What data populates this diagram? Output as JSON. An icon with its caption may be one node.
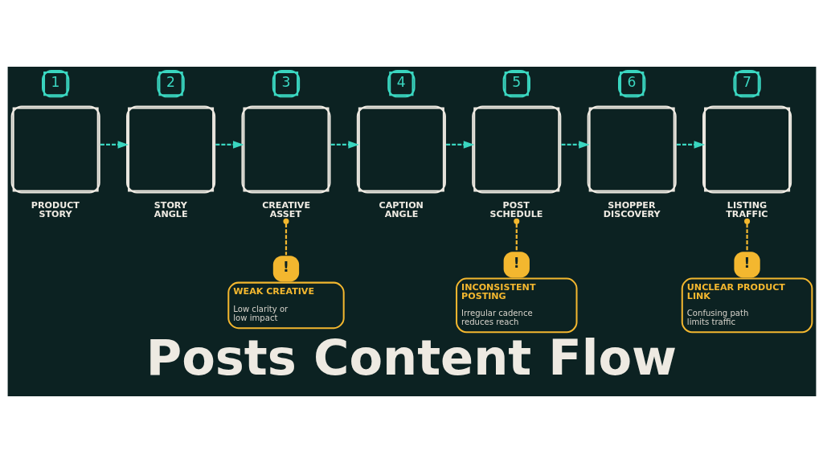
{
  "diagram": {
    "title": "Posts Content Flow",
    "nodes": [
      {
        "text": [
          "PRODUCT STORY"
        ],
        "beside": [
          "1"
        ]
      },
      {
        "text": [
          "STORY ANGLE"
        ],
        "beside": [
          "2"
        ]
      },
      {
        "text": [
          "CREATIVE ASSET"
        ],
        "beside": [
          "3"
        ]
      },
      {
        "text": [
          "CAPTION ANGLE"
        ],
        "beside": [
          "4"
        ]
      },
      {
        "text": [
          "POST SCHEDULE"
        ],
        "beside": [
          "5"
        ]
      },
      {
        "text": [
          "SHOPPER DISCOVERY"
        ],
        "beside": [
          "6"
        ]
      },
      {
        "text": [
          "LISTING TRAFFIC"
        ],
        "beside": [
          "7"
        ]
      },
      {
        "text": [
          "!",
          "WEAK CREATIVE",
          "Low clarity or low impact"
        ]
      },
      {
        "text": [
          "!",
          "INCONSISTENT POSTING",
          "Irregular cadence reduces reach"
        ]
      },
      {
        "text": [
          "!",
          "UNCLEAR PRODUCT LINK",
          "Confusing path limits traffic"
        ]
      }
    ],
    "edges": [
      {
        "from": 0,
        "to": 1,
        "arrow": "to",
        "style": "dashed"
      },
      {
        "from": 1,
        "to": 2,
        "arrow": "to",
        "style": "dashed"
      },
      {
        "from": 2,
        "to": 3,
        "arrow": "to",
        "style": "dashed"
      },
      {
        "from": 3,
        "to": 4,
        "arrow": "to",
        "style": "dashed"
      },
      {
        "from": 4,
        "to": 5,
        "arrow": "to",
        "style": "dashed"
      },
      {
        "from": 5,
        "to": 6,
        "arrow": "to",
        "style": "dashed"
      },
      {
        "from": 2,
        "to": 7,
        "arrow": "other",
        "style": "dashed",
        "color": "#f3b72f"
      },
      {
        "from": 4,
        "to": 8,
        "arrow": "other",
        "style": "dashed",
        "color": "#f3b72f"
      },
      {
        "from": 6,
        "to": 9,
        "arrow": "other",
        "style": "dashed",
        "color": "#f3b72f"
      }
    ]
  }
}
